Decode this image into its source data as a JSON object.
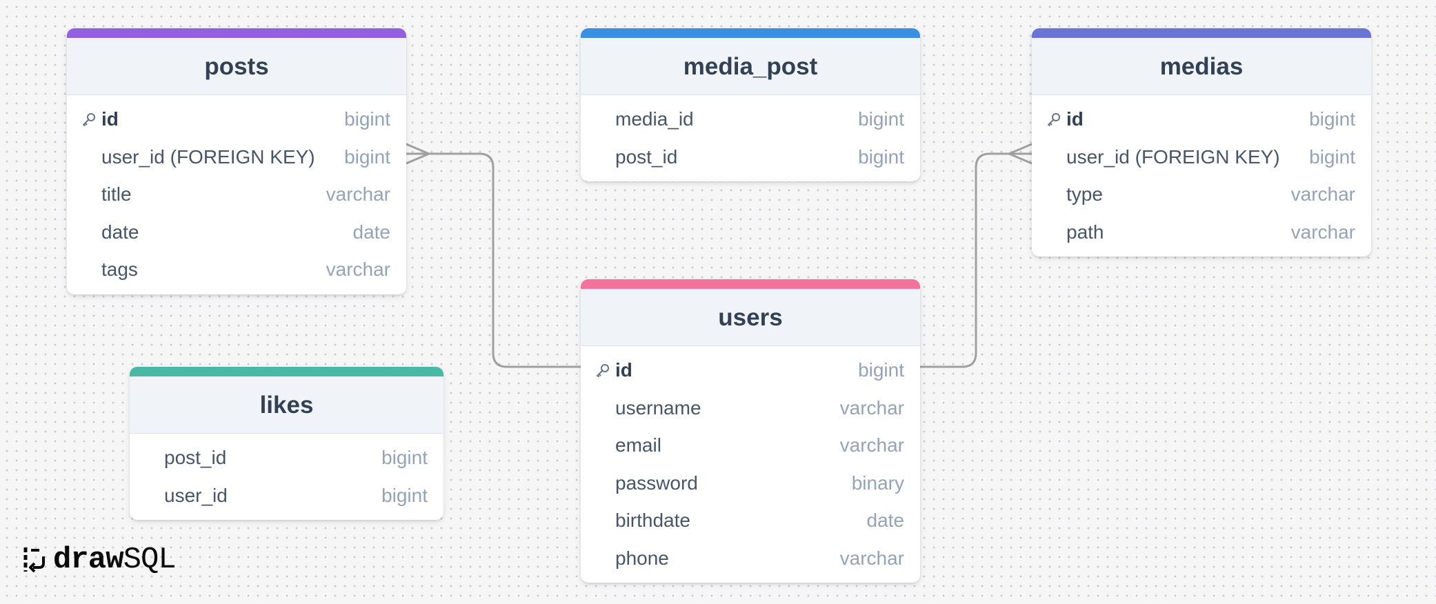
{
  "app": {
    "logo": {
      "strong": "draw",
      "light": "SQL"
    }
  },
  "colors": {
    "posts": "#9360e0",
    "media_post": "#3a8fe0",
    "medias": "#6b73d4",
    "users": "#f2739c",
    "likes": "#49b9a6",
    "connector": "#a0a0a0"
  },
  "icons": {
    "primary_key": "key-icon"
  },
  "tables": {
    "posts": {
      "name": "posts",
      "fields": [
        {
          "name": "id",
          "type": "bigint",
          "pk": true
        },
        {
          "name": "user_id (FOREIGN KEY)",
          "type": "bigint",
          "pk": false
        },
        {
          "name": "title",
          "type": "varchar",
          "pk": false
        },
        {
          "name": "date",
          "type": "date",
          "pk": false
        },
        {
          "name": "tags",
          "type": "varchar",
          "pk": false
        }
      ]
    },
    "media_post": {
      "name": "media_post",
      "fields": [
        {
          "name": "media_id",
          "type": "bigint",
          "pk": false
        },
        {
          "name": "post_id",
          "type": "bigint",
          "pk": false
        }
      ]
    },
    "medias": {
      "name": "medias",
      "fields": [
        {
          "name": "id",
          "type": "bigint",
          "pk": true
        },
        {
          "name": "user_id (FOREIGN KEY)",
          "type": "bigint",
          "pk": false
        },
        {
          "name": "type",
          "type": "varchar",
          "pk": false
        },
        {
          "name": "path",
          "type": "varchar",
          "pk": false
        }
      ]
    },
    "users": {
      "name": "users",
      "fields": [
        {
          "name": "id",
          "type": "bigint",
          "pk": true
        },
        {
          "name": "username",
          "type": "varchar",
          "pk": false
        },
        {
          "name": "email",
          "type": "varchar",
          "pk": false
        },
        {
          "name": "password",
          "type": "binary",
          "pk": false
        },
        {
          "name": "birthdate",
          "type": "date",
          "pk": false
        },
        {
          "name": "phone",
          "type": "varchar",
          "pk": false
        }
      ]
    },
    "likes": {
      "name": "likes",
      "fields": [
        {
          "name": "post_id",
          "type": "bigint",
          "pk": false
        },
        {
          "name": "user_id",
          "type": "bigint",
          "pk": false
        }
      ]
    }
  },
  "relations": [
    {
      "from": "users.id",
      "to": "posts.user_id (FOREIGN KEY)",
      "cardinality": "one-to-many"
    },
    {
      "from": "users.id",
      "to": "medias.user_id (FOREIGN KEY)",
      "cardinality": "one-to-many"
    }
  ]
}
